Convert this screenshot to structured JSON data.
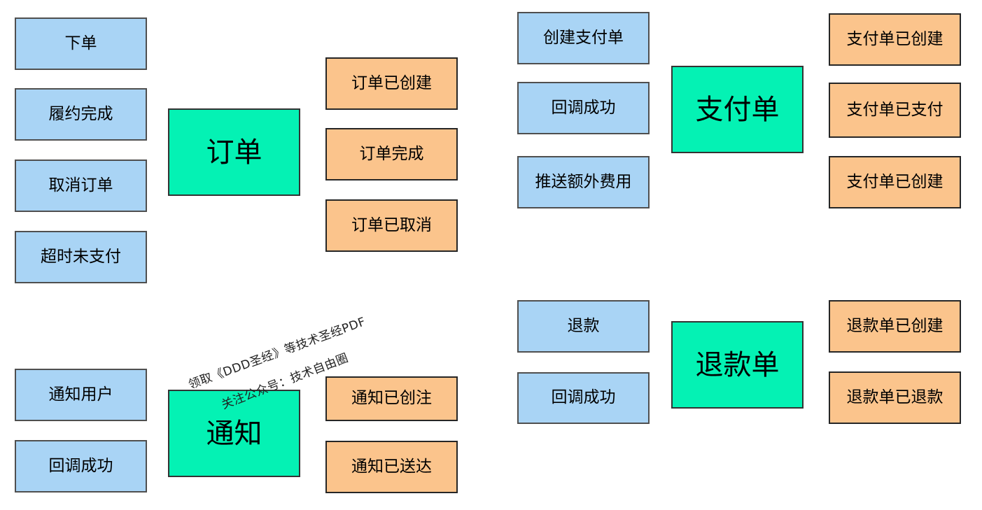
{
  "colors": {
    "command-fill": "#A9D4F5",
    "command-border": "#4F4F4F",
    "aggregate-fill": "#04F2B4",
    "aggregate-border": "#333333",
    "event-fill": "#FBC48C",
    "event-border": "#262626"
  },
  "groups": {
    "order": {
      "aggregate": "订单",
      "commands": [
        "下单",
        "履约完成",
        "取消订单",
        "超时未支付"
      ],
      "events": [
        "订单已创建",
        "订单完成",
        "订单已取消"
      ]
    },
    "payment": {
      "aggregate": "支付单",
      "commands": [
        "创建支付单",
        "回调成功",
        "推送额外费用"
      ],
      "events": [
        "支付单已创建",
        "支付单已支付",
        "支付单已创建"
      ]
    },
    "notification": {
      "aggregate": "通知",
      "commands": [
        "通知用户",
        "回调成功"
      ],
      "events": [
        "通知已创注",
        "通知已送达"
      ]
    },
    "refund": {
      "aggregate": "退款单",
      "commands": [
        "退款",
        "回调成功"
      ],
      "events": [
        "退款单已创建",
        "退款单已退款"
      ]
    }
  },
  "watermark": {
    "line1": "领取《DDD圣经》等技术圣经PDF",
    "line2": "关注公众号：技术自由圈"
  }
}
